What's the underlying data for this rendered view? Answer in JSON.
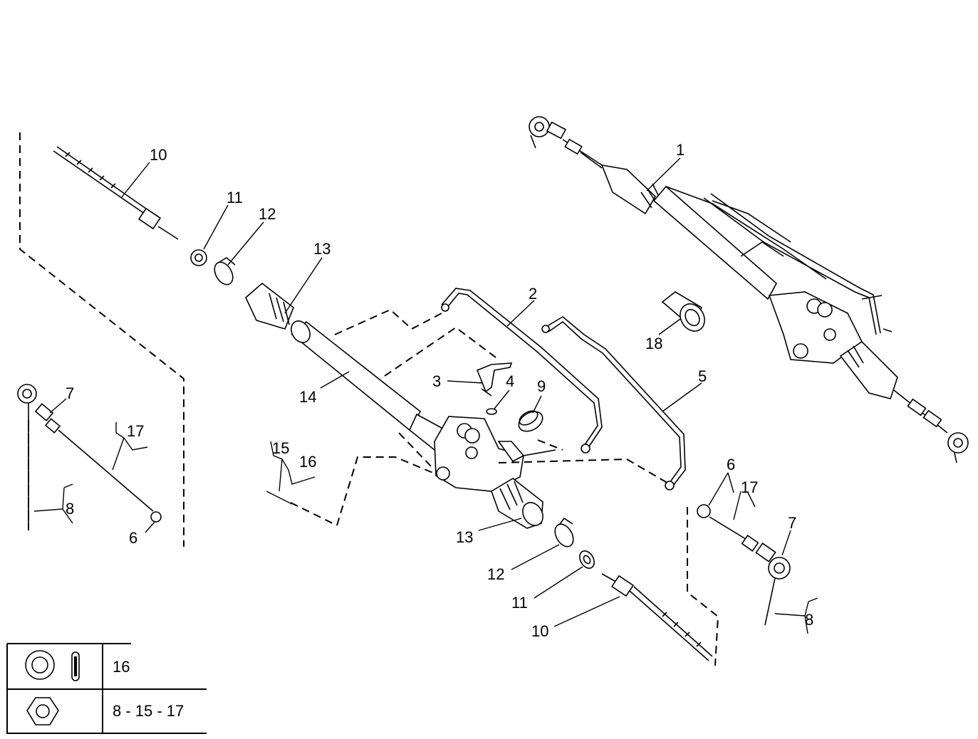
{
  "callouts": {
    "c1": "1",
    "c2": "2",
    "c3": "3",
    "c4": "4",
    "c5": "5",
    "c6a": "6",
    "c6b": "6",
    "c7a": "7",
    "c7b": "7",
    "c8a": "8",
    "c8b": "8",
    "c9": "9",
    "c10a": "10",
    "c10b": "10",
    "c11a": "11",
    "c11b": "11",
    "c12a": "12",
    "c12b": "12",
    "c13a": "13",
    "c13b": "13",
    "c14": "14",
    "c15": "15",
    "c16": "16",
    "c17a": "17",
    "c17b": "17",
    "c18": "18"
  },
  "legend": {
    "row1_value": "16",
    "row2_value": "8 - 15 - 17",
    "row1_icons": [
      "washer-icon",
      "pin-icon"
    ],
    "row2_icons": [
      "hex-nut-icon"
    ]
  }
}
